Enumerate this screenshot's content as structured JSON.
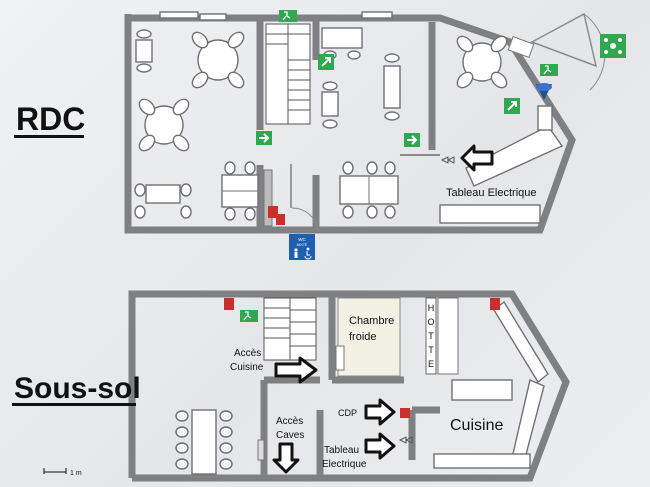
{
  "floors": {
    "ground": {
      "title": "RDC"
    },
    "basement": {
      "title": "Sous-sol"
    }
  },
  "labels": {
    "tableau_rdc": "Tableau Electrique",
    "chambre_line1": "Chambre",
    "chambre_line2": "froide",
    "hotte": [
      "H",
      "O",
      "T",
      "T",
      "E"
    ],
    "acces_cuisine_line1": "Accès",
    "acces_cuisine_line2": "Cuisine",
    "acces_caves_line1": "Accès",
    "acces_caves_line2": "Caves",
    "cdp": "CDP",
    "cuisine": "Cuisine",
    "tableau_ss_line1": "Tableau",
    "tableau_ss_line2": "Electrique",
    "scale": "1 m",
    "wc_line1": "WC",
    "wc_line2": "MIXTE"
  },
  "colors": {
    "wall": "#7f8084",
    "exit_sign": "#2fa84f",
    "fire_equipment": "#c9302c",
    "accessibility": "#1d5fb3",
    "arrow_fill": "#ffffff",
    "arrow_stroke": "#111111"
  },
  "icons": [
    "emergency-exit-sign-icon",
    "exit-arrow-icon",
    "fire-extinguisher-icon",
    "assembly-point-icon",
    "wc-accessible-icon",
    "wifi-badge-icon",
    "direction-arrow-icon",
    "staircase-icon"
  ]
}
